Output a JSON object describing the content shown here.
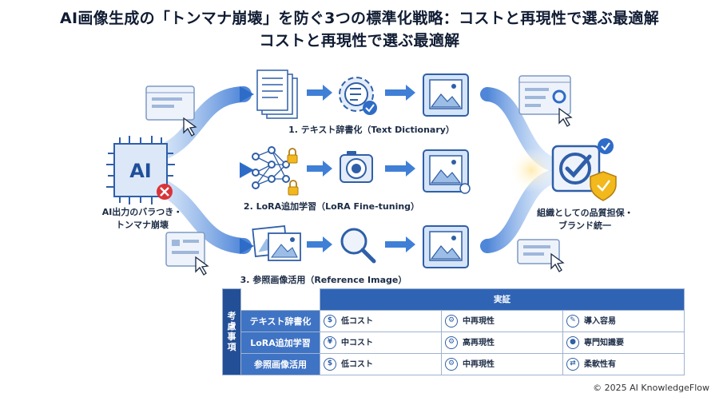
{
  "title_line1": "AI画像生成の「トンマナ崩壊」を防ぐ3つの標準化戦略：コストと再現性で選ぶ最適解",
  "title_line2": "コストと再現性で選ぶ最適解",
  "source": {
    "icon_text": "AI",
    "label_line1": "AI出力のバラつき・",
    "label_line2": "トンマナ崩壊"
  },
  "methods": [
    {
      "label": "1. テキスト辞書化（Text Dictionary）"
    },
    {
      "label": "2. LoRA追加学習（LoRA Fine-tuning）"
    },
    {
      "label": "3. 参照画像活用（Reference Image）"
    }
  ],
  "goal": {
    "label_line1": "組織としての品質担保・",
    "label_line2": "ブランド統一"
  },
  "table": {
    "header": "実証",
    "side_label": "考慮事項",
    "rows": [
      {
        "name": "テキスト辞書化",
        "cells": [
          {
            "icon": "coin-icon",
            "text": "低コスト"
          },
          {
            "icon": "gear-icon",
            "text": "中再現性"
          },
          {
            "icon": "wrench-icon",
            "text": "導入容易"
          }
        ]
      },
      {
        "name": "LoRA追加学習",
        "cells": [
          {
            "icon": "money-icon",
            "text": "中コスト"
          },
          {
            "icon": "gear-icon",
            "text": "高再現性"
          },
          {
            "icon": "expert-icon",
            "text": "専門知識要"
          }
        ]
      },
      {
        "name": "参照画像活用",
        "cells": [
          {
            "icon": "moneybag-icon",
            "text": "低コスト"
          },
          {
            "icon": "gear-icon",
            "text": "中再現性"
          },
          {
            "icon": "cycle-icon",
            "text": "柔軟性有"
          }
        ]
      }
    ]
  },
  "footer": "© 2025 AI KnowledgeFlow",
  "colors": {
    "accent": "#2f64b5",
    "dark": "#234f97",
    "line": "#4a86d8",
    "danger": "#d9343a",
    "gold": "#f2b81c"
  }
}
